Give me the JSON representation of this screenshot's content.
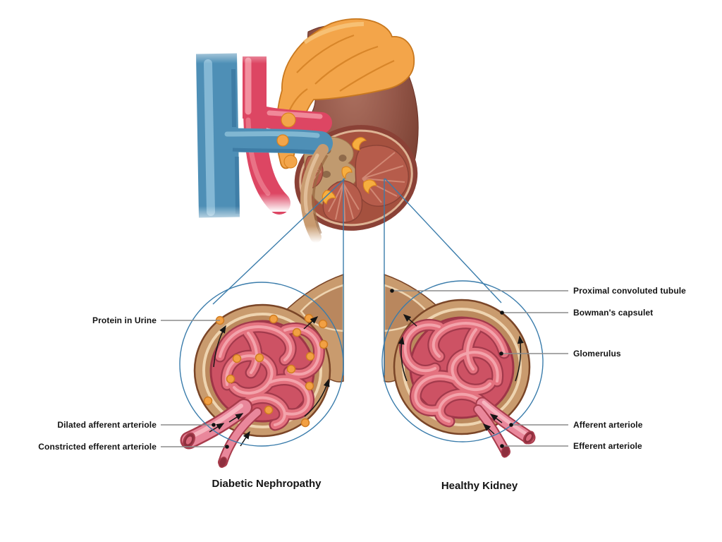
{
  "figure": {
    "title_implicit": "Diabetic nephropathy vs healthy kidney glomerulus comparison",
    "labels_left": [
      "Protein in Urine",
      "Dilated afferent arteriole",
      "Constricted efferent arteriole"
    ],
    "labels_right": [
      "Proximal convoluted tubule",
      "Bowman's capsulet",
      "Glomerulus",
      "Afferent arteriole",
      "Efferent arteriole"
    ],
    "captions": {
      "left": "Diabetic Nephropathy",
      "right": "Healthy Kidney"
    },
    "colors": {
      "background": "#ffffff",
      "kidney_brown": "#95584a",
      "adrenal_orange": "#f3a54a",
      "renal_vein_blue": "#4e8fb6",
      "renal_artery_red": "#dd4663",
      "ureter_tan": "#c89b70",
      "capsule_tan": "#c99b6e",
      "glomerulus_pink": "#e4727f",
      "protein_dot_orange": "#f2a043",
      "magnifier_line_blue": "#3a7cab",
      "leader_line_gray": "#8c8c8c",
      "label_text": "#141414"
    }
  }
}
